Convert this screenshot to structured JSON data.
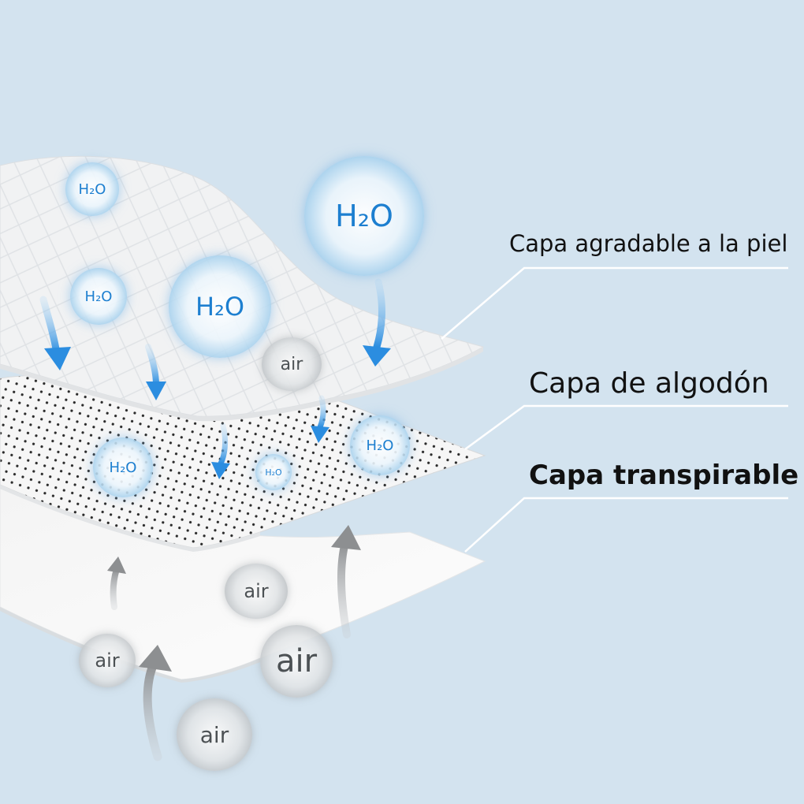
{
  "labels": {
    "skin_layer": "Capa agradable a la piel",
    "cotton_layer": "Capa de algodón",
    "breathable_layer": "Capa transpirable"
  },
  "bubbles": {
    "h2o": [
      "H₂O",
      "H₂O",
      "H₂O",
      "H₂O",
      "H₂O",
      "H₂O",
      "H₂O"
    ],
    "air": [
      "air",
      "air",
      "air",
      "air",
      "air"
    ]
  },
  "colors": {
    "background": "#d3e3ef",
    "h2o_text": "#1d7fd0",
    "arrow_water": "#2b8de0",
    "arrow_air": "#8d8f91"
  }
}
